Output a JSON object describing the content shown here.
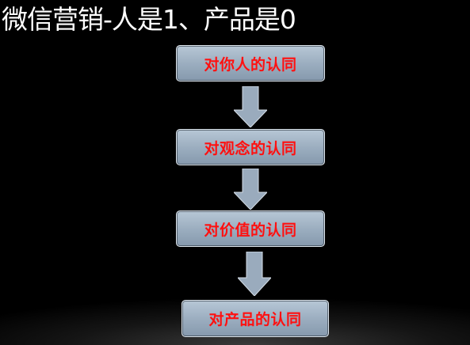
{
  "slide": {
    "title": "微信营销-人是1、产品是0"
  },
  "flow": {
    "steps": [
      {
        "label": "对你人的认同"
      },
      {
        "label": "对观念的认同"
      },
      {
        "label": "对价值的认同"
      },
      {
        "label": "对产品的认同"
      }
    ]
  },
  "colors": {
    "background": "#000000",
    "title_text": "#ffffff",
    "box_fill": "#9caec0",
    "box_border": "#dfe7ef",
    "box_text": "#ff1010",
    "arrow_fill": "#9aabbd"
  },
  "icons": {
    "connector": "down-arrow-icon"
  }
}
